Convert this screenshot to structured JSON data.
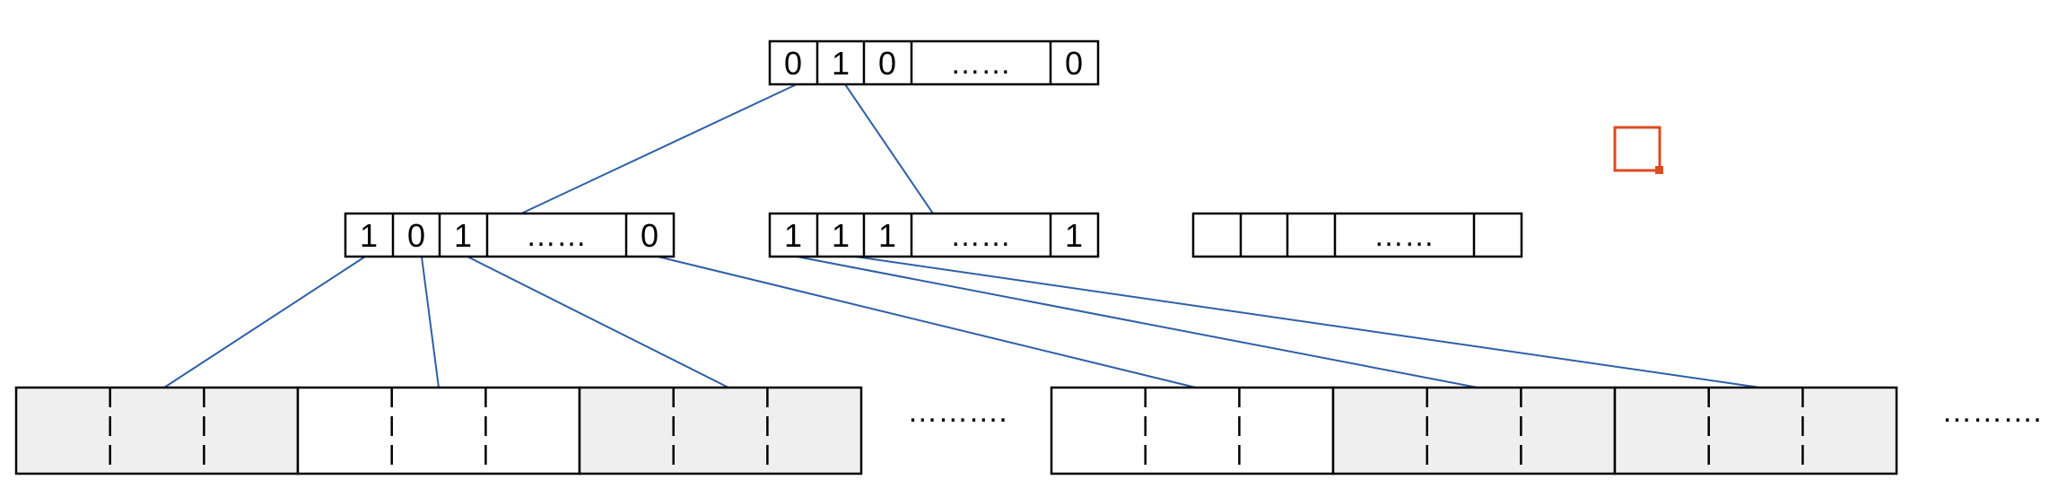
{
  "bitmaps": {
    "top": {
      "bits": [
        "0",
        "1",
        "0"
      ],
      "ellipsis": "……",
      "last": "0"
    },
    "mid_left": {
      "bits": [
        "1",
        "0",
        "1"
      ],
      "ellipsis": "……",
      "last": "0"
    },
    "mid_center": {
      "bits": [
        "1",
        "1",
        "1"
      ],
      "ellipsis": "……",
      "last": "1"
    },
    "mid_right": {
      "bits": [
        "",
        "",
        ""
      ],
      "ellipsis": "……",
      "last": ""
    }
  },
  "blocks": {
    "left_group_shading": [
      "shaded",
      "white",
      "shaded"
    ],
    "right_group_shading": [
      "white",
      "shaded",
      "shaded"
    ],
    "gap_ellipsis": "……….",
    "end_ellipsis": "………."
  },
  "colors": {
    "outline": "#000000",
    "connector": "#2e5fa8",
    "shaded_fill": "#efefef",
    "marker": "#e04a1c"
  },
  "marker_icon": "square-outline-icon"
}
